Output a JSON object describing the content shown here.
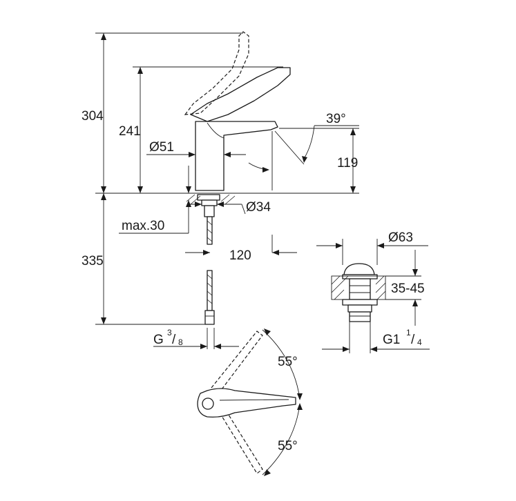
{
  "dimensions": {
    "total_height": "304",
    "spout_height": "241",
    "body_diameter": "Ø51",
    "angle_top": "39°",
    "outlet_height": "119",
    "hole_diameter": "Ø34",
    "max_thickness": "max.30",
    "below_height": "335",
    "projection": "120",
    "waste_diameter": "Ø63",
    "waste_range": "35-45",
    "connection_thread": "G",
    "connection_sup": "3",
    "connection_sub": "8",
    "waste_thread": "G1",
    "waste_sup": "1",
    "waste_sub": "4",
    "swivel_up": "55°",
    "swivel_down": "55°"
  }
}
